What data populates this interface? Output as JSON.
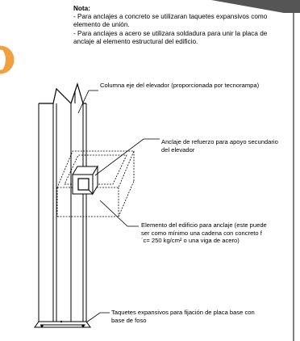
{
  "note": {
    "title": "Nota:",
    "line1": "- Para anclajes a concreto se utilizaran taquetes expansivos como elemento de unión.",
    "line2": "- Para anclajes a acero se utilizara soldadura para unir la placa de anclaje al elemento estructural del edificio."
  },
  "labels": {
    "column": "Columna eje del elevador (proporcionada por tecnorampa)",
    "anchor": "Anclaje de refuerzo para apoyo secundario del elevador",
    "element": "Elemento del edificio para anclaje (este puede ser como mínimo una cadena con concreto f´c= 250 kg/cm²  o una viga de acero)",
    "taquetes": "Taquetes expansivos para fijación de placa base con base de foso"
  },
  "colors": {
    "accent": "#f0a040",
    "corner": "#555555",
    "line": "#000000"
  }
}
